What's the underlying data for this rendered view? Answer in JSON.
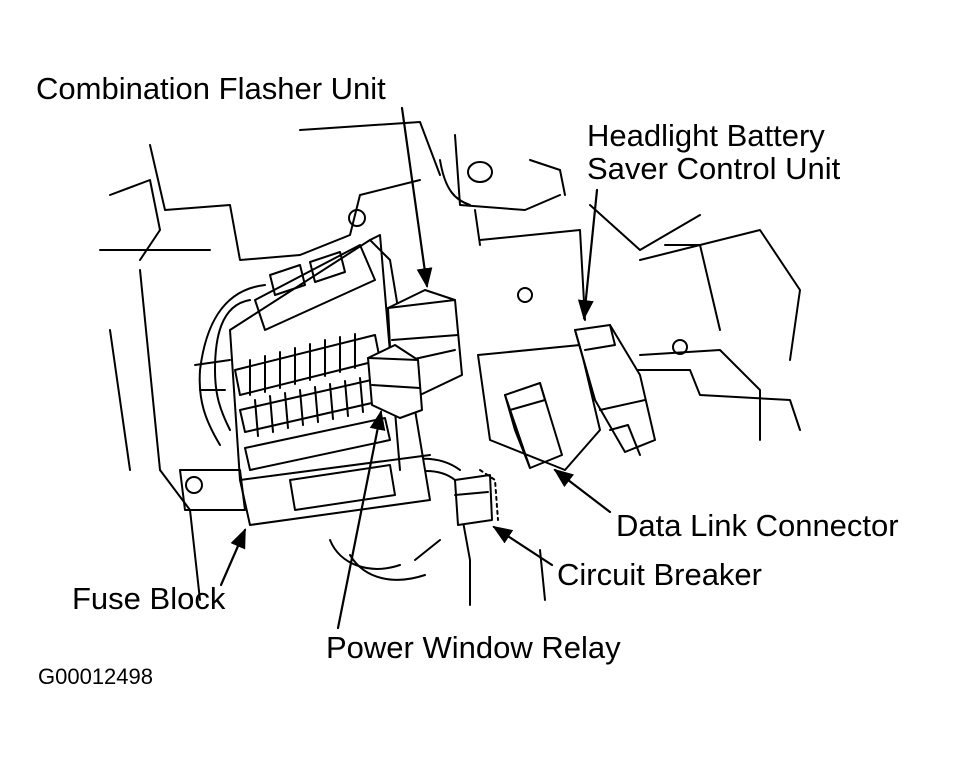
{
  "callouts": {
    "combination_flasher_unit": "Combination Flasher Unit",
    "headlight_line1": "Headlight Battery",
    "headlight_line2": "Saver Control Unit",
    "data_link_connector": "Data Link Connector",
    "circuit_breaker": "Circuit Breaker",
    "fuse_block": "Fuse Block",
    "power_window_relay": "Power Window Relay"
  },
  "figure_code": "G00012498",
  "colors": {
    "ink": "#000000",
    "paper": "#ffffff"
  }
}
